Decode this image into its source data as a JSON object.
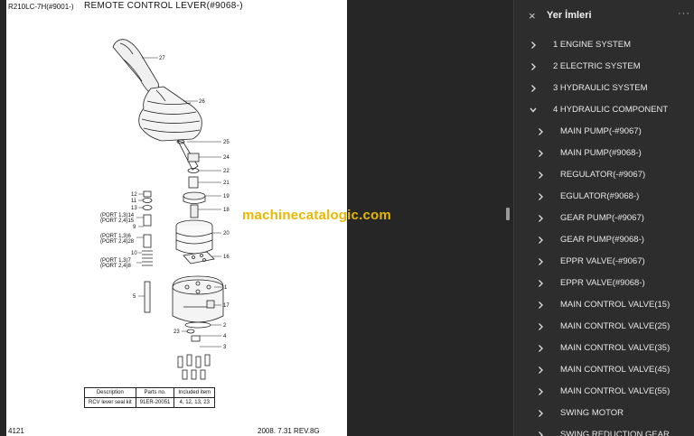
{
  "document": {
    "code": "R210LC-7H(#9001-)",
    "title": "REMOTE CONTROL LEVER(#9068-)",
    "page_number": "4121",
    "revision": "2008. 7.31  REV.8G",
    "watermark": "machinecatalogic.com",
    "diagram_callouts": {
      "c27": "27",
      "c26": "26",
      "c25": "25",
      "c24": "24",
      "c22": "22",
      "c21": "21",
      "c19": "19",
      "c18": "18",
      "c20": "20",
      "c16": "16",
      "c1": "1",
      "c17": "17",
      "c2": "2",
      "c23": "23",
      "c4": "4",
      "c3": "3",
      "c12": "12",
      "c11": "11",
      "c13": "13",
      "c14": "(PORT 1,3)14",
      "c15": "(PORT 2,4)15",
      "c9": "9",
      "c6": "(PORT 1,3)6",
      "c28": "(PORT 2,4)28",
      "c10": "10",
      "c7": "(PORT 1,3)7",
      "c8": "(PORT 2,4)8",
      "c5": "5"
    },
    "parts_table": {
      "headers": [
        "Description",
        "Parts no.",
        "Included item"
      ],
      "rows": [
        [
          "RCV lever seal kit",
          "91ER-20051",
          "4, 12, 13, 23"
        ]
      ]
    }
  },
  "bookmarks_panel": {
    "title": "Yer İmleri",
    "close_glyph": "×",
    "more_glyph": "···",
    "items": [
      {
        "label": "1 ENGINE SYSTEM",
        "level": 0,
        "expanded": false
      },
      {
        "label": "2 ELECTRIC SYSTEM",
        "level": 0,
        "expanded": false
      },
      {
        "label": "3 HYDRAULIC SYSTEM",
        "level": 0,
        "expanded": false
      },
      {
        "label": "4 HYDRAULIC COMPONENT",
        "level": 0,
        "expanded": true
      },
      {
        "label": "MAIN PUMP(-#9067)",
        "level": 1,
        "expanded": false
      },
      {
        "label": "MAIN PUMP(#9068-)",
        "level": 1,
        "expanded": false
      },
      {
        "label": "REGULATOR(-#9067)",
        "level": 1,
        "expanded": false
      },
      {
        "label": "EGULATOR(#9068-)",
        "level": 1,
        "expanded": false
      },
      {
        "label": "GEAR PUMP(-#9067)",
        "level": 1,
        "expanded": false
      },
      {
        "label": "GEAR PUMP(#9068-)",
        "level": 1,
        "expanded": false
      },
      {
        "label": "EPPR VALVE(-#9067)",
        "level": 1,
        "expanded": false
      },
      {
        "label": "EPPR VALVE(#9068-)",
        "level": 1,
        "expanded": false
      },
      {
        "label": "MAIN CONTROL VALVE(15)",
        "level": 1,
        "expanded": false
      },
      {
        "label": "MAIN CONTROL VALVE(25)",
        "level": 1,
        "expanded": false
      },
      {
        "label": "MAIN CONTROL VALVE(35)",
        "level": 1,
        "expanded": false
      },
      {
        "label": "MAIN CONTROL VALVE(45)",
        "level": 1,
        "expanded": false
      },
      {
        "label": "MAIN CONTROL VALVE(55)",
        "level": 1,
        "expanded": false
      },
      {
        "label": "SWING MOTOR",
        "level": 1,
        "expanded": false
      },
      {
        "label": "SWING REDUCTION GEAR",
        "level": 1,
        "expanded": false
      }
    ]
  }
}
